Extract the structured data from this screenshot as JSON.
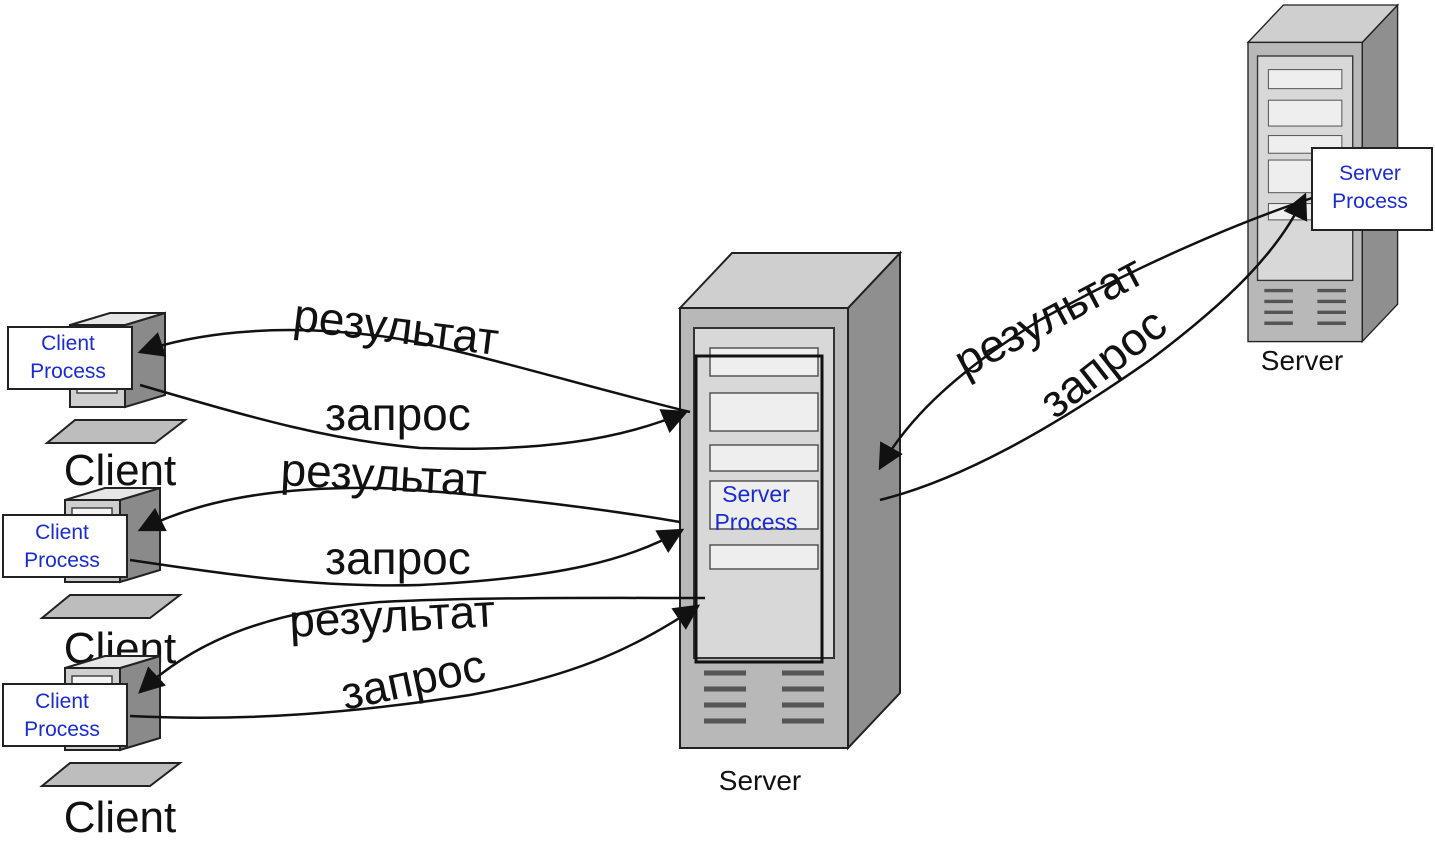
{
  "clients": [
    {
      "caption": "Client",
      "process": [
        "Client",
        "Process"
      ],
      "label_result": "результат",
      "label_request": "запрос"
    },
    {
      "caption": "Client",
      "process": [
        "Client",
        "Process"
      ],
      "label_result": "результат",
      "label_request": "запрос"
    },
    {
      "caption": "Client",
      "process": [
        "Client",
        "Process"
      ],
      "label_result": "результат",
      "label_request": "запрос"
    }
  ],
  "main_server": {
    "caption": "Server",
    "process": [
      "Server",
      "Process"
    ]
  },
  "remote_server": {
    "caption": "Server",
    "process": [
      "Server",
      "Process"
    ],
    "label_result": "результат",
    "label_request": "запрос"
  },
  "colors": {
    "process_text": "#1a2bd0",
    "server_gray": "#9a9a9a",
    "line": "#111111"
  }
}
